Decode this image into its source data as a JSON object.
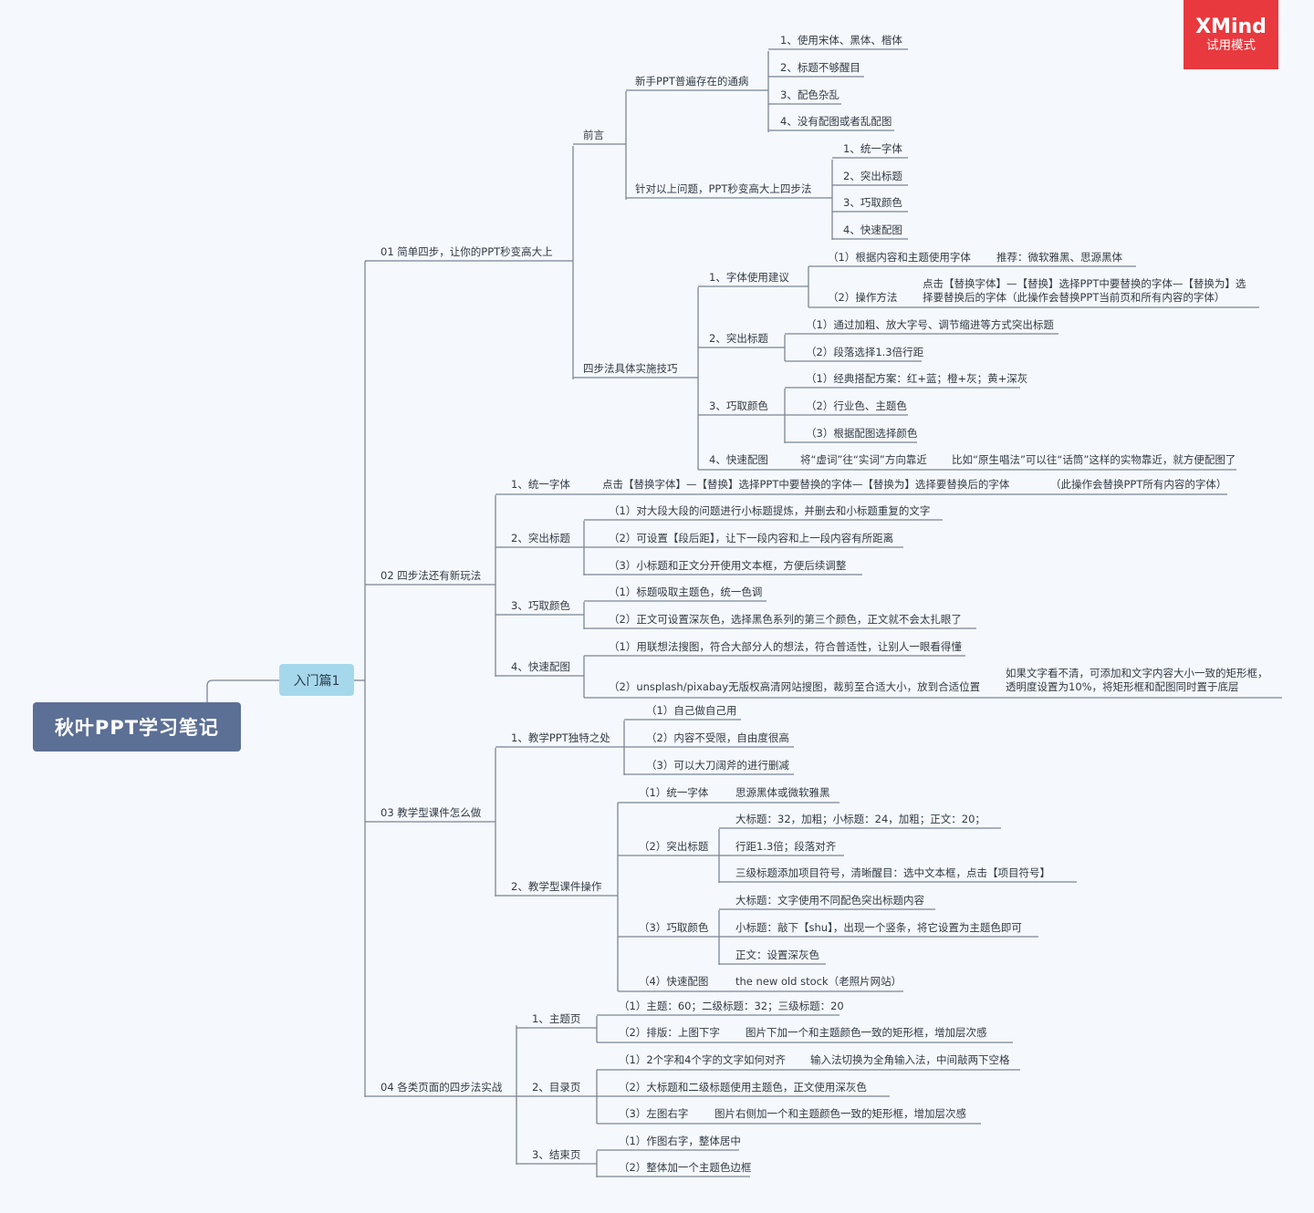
{
  "badge": {
    "brand": "XMind",
    "mode": "试用模式"
  },
  "colors": {
    "root_fill": "#5c6f95",
    "main_fill": "#a6d8ec",
    "line": "#7b8595",
    "badge": "#e8393e"
  },
  "root": "秋叶PPT学习笔记",
  "main_topic": "入门篇1",
  "sections": [
    {
      "title": "01 简单四步，让你的PPT秒变高大上",
      "children": [
        {
          "title": "前言",
          "children": [
            {
              "title": "新手PPT普遍存在的通病",
              "children": [
                "1、使用宋体、黑体、楷体",
                "2、标题不够醒目",
                "3、配色杂乱",
                "4、没有配图或者乱配图"
              ]
            },
            {
              "title": "针对以上问题，PPT秒变高大上四步法",
              "children": [
                "1、统一字体",
                "2、突出标题",
                "3、巧取颜色",
                "4、快速配图"
              ]
            }
          ]
        },
        {
          "title": "四步法具体实施技巧",
          "children": [
            {
              "title": "1、字体使用建议",
              "children": [
                {
                  "title": "（1）根据内容和主题使用字体",
                  "note": "推荐：微软雅黑、思源黑体"
                },
                {
                  "title": "（2）操作方法",
                  "note1": "点击【替换字体】—【替换】选择PPT中要替换的字体—【替换为】选",
                  "note2": "择要替换后的字体（此操作会替换PPT当前页和所有内容的字体）"
                }
              ]
            },
            {
              "title": "2、突出标题",
              "children": [
                "（1）通过加粗、放大字号、调节缩进等方式突出标题",
                "（2）段落选择1.3倍行距"
              ]
            },
            {
              "title": "3、巧取颜色",
              "children": [
                "（1）经典搭配方案：红+蓝；橙+灰；黄+深灰",
                "（2）行业色、主题色",
                "（3）根据配图选择颜色"
              ]
            },
            {
              "title": "4、快速配图",
              "note": "将“虚词”往“实词”方向靠近",
              "note2": "比如“原生唱法”可以往“话筒”这样的实物靠近，就方便配图了"
            }
          ]
        }
      ]
    },
    {
      "title": "02 四步法还有新玩法",
      "children": [
        {
          "title": "1、统一字体",
          "note": "点击【替换字体】—【替换】选择PPT中要替换的字体—【替换为】选择要替换后的字体",
          "note2": "（此操作会替换PPT所有内容的字体）"
        },
        {
          "title": "2、突出标题",
          "children": [
            "（1）对大段大段的问题进行小标题提炼，并删去和小标题重复的文字",
            "（2）可设置【段后距】，让下一段内容和上一段内容有所距离",
            "（3）小标题和正文分开使用文本框，方便后续调整"
          ]
        },
        {
          "title": "3、巧取颜色",
          "children": [
            "（1）标题吸取主题色，统一色调",
            "（2）正文可设置深灰色，选择黑色系列的第三个颜色，正文就不会太扎眼了"
          ]
        },
        {
          "title": "4、快速配图",
          "children": [
            "（1）用联想法搜图，符合大部分人的想法，符合普适性，让别人一眼看得懂",
            {
              "title": "（2）unsplash/pixabay无版权高清网站搜图，裁剪至合适大小，放到合适位置",
              "note1": "如果文字看不清，可添加和文字内容大小一致的矩形框，",
              "note2": "透明度设置为10%，将矩形框和配图同时置于底层"
            }
          ]
        }
      ]
    },
    {
      "title": "03 教学型课件怎么做",
      "children": [
        {
          "title": "1、教学PPT独特之处",
          "children": [
            "（1）自己做自己用",
            "（2）内容不受限，自由度很高",
            "（3）可以大刀阔斧的进行删减"
          ]
        },
        {
          "title": "2、教学型课件操作",
          "children": [
            {
              "title": "（1）统一字体",
              "note": "思源黑体或微软雅黑"
            },
            {
              "title": "（2）突出标题",
              "children": [
                "大标题：32，加粗；小标题：24，加粗；正文：20；",
                "行距1.3倍；段落对齐",
                "三级标题添加项目符号，清晰醒目：选中文本框，点击【项目符号】"
              ]
            },
            {
              "title": "（3）巧取颜色",
              "children": [
                "大标题：文字使用不同配色突出标题内容",
                "小标题：敲下【shu】，出现一个竖条，将它设置为主题色即可",
                "正文：设置深灰色"
              ]
            },
            {
              "title": "（4）快速配图",
              "note": "the new old stock（老照片网站）"
            }
          ]
        }
      ]
    },
    {
      "title": "04 各类页面的四步法实战",
      "children": [
        {
          "title": "1、主题页",
          "children": [
            "（1）主题：60；二级标题：32；三级标题：20",
            {
              "title": "（2）排版：上图下字",
              "note": "图片下加一个和主题颜色一致的矩形框，增加层次感"
            }
          ]
        },
        {
          "title": "2、目录页",
          "children": [
            {
              "title": "（1）2个字和4个字的文字如何对齐",
              "note": "输入法切换为全角输入法，中间敲两下空格"
            },
            "（2）大标题和二级标题使用主题色，正文使用深灰色",
            {
              "title": "（3）左图右字",
              "note": "图片右侧加一个和主题颜色一致的矩形框，增加层次感"
            }
          ]
        },
        {
          "title": "3、结束页",
          "children": [
            "（1）作图右字，整体居中",
            "（2）整体加一个主题色边框"
          ]
        }
      ]
    }
  ]
}
